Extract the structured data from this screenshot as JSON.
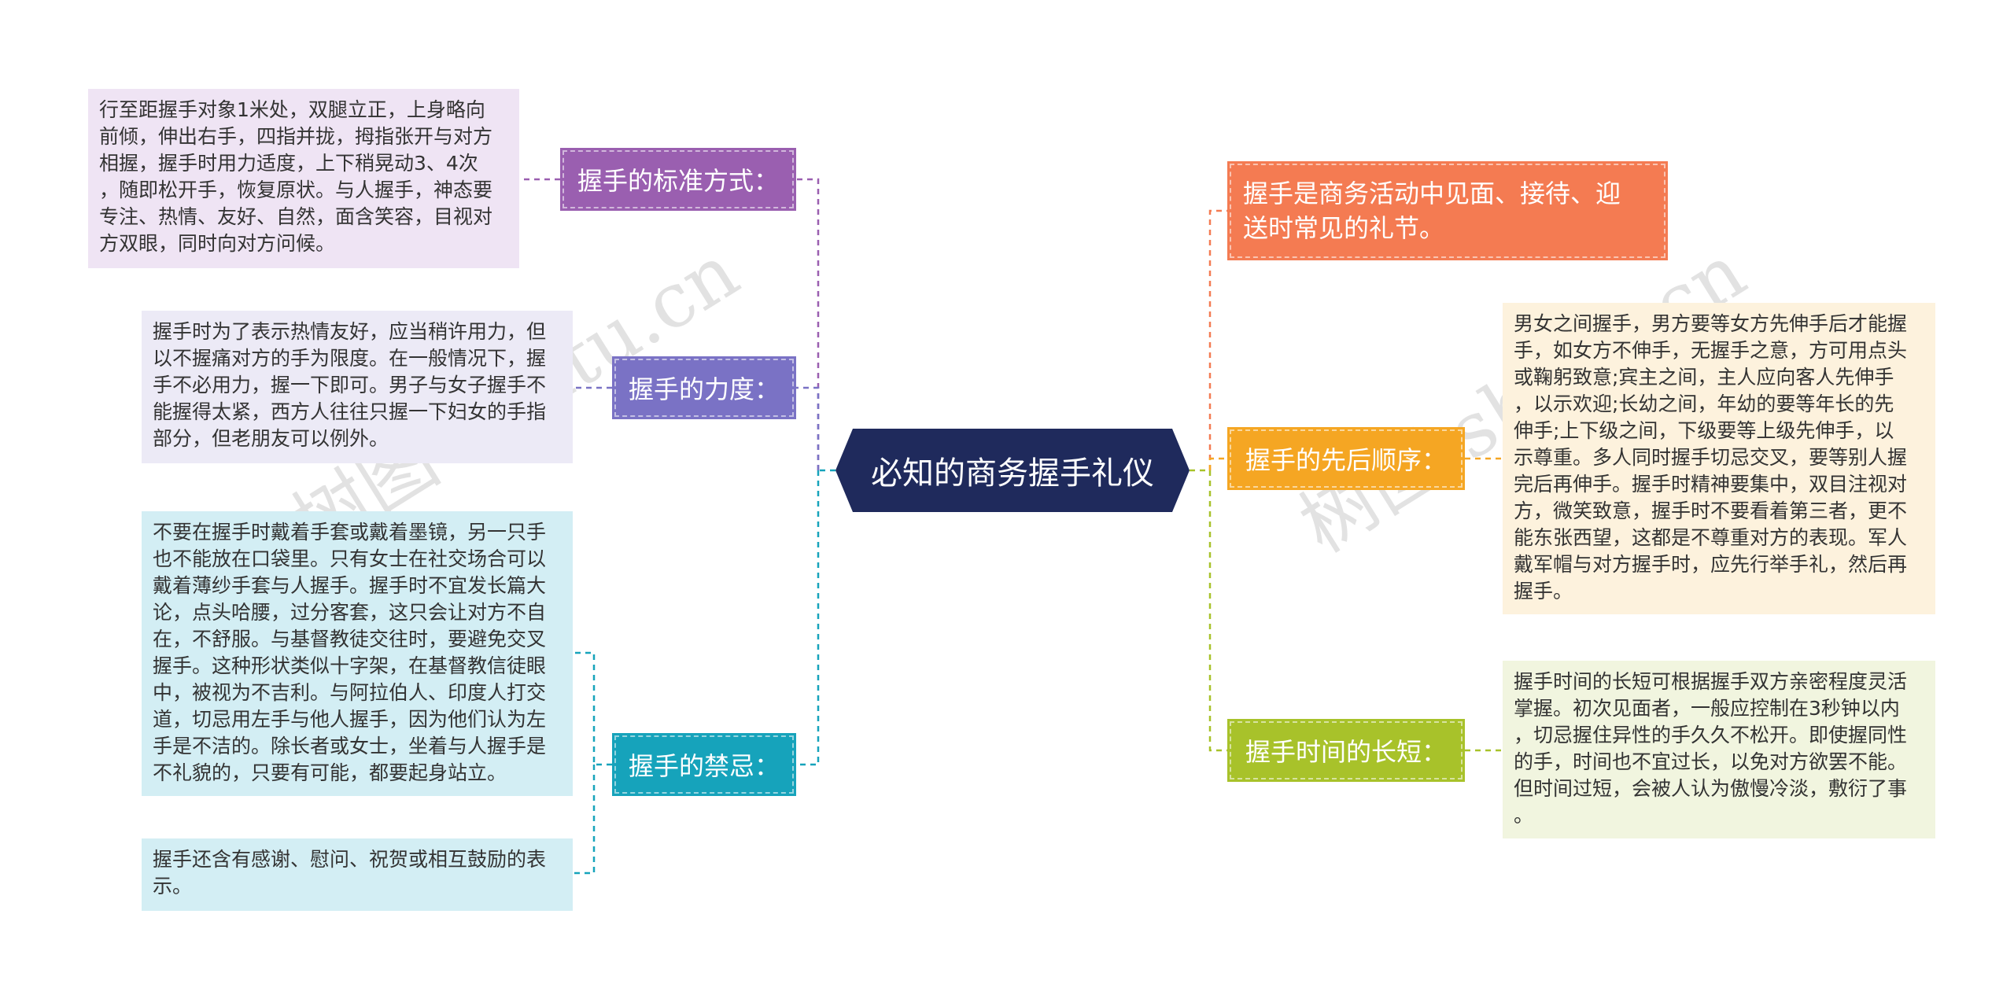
{
  "center": {
    "title": "必知的商务握手礼仪"
  },
  "left": [
    {
      "title": "握手的标准方式：",
      "notes": [
        "行至距握手对象1米处，双腿立正，上身略向\n前倾，伸出右手，四指并拢，拇指张开与对方\n相握，握手时用力适度，上下稍晃动3、4次\n，随即松开手，恢复原状。与人握手，神态要\n专注、热情、友好、自然，面含笑容，目视对\n方双眼，同时向对方问候。"
      ]
    },
    {
      "title": "握手的力度：",
      "notes": [
        "握手时为了表示热情友好，应当稍许用力，但\n以不握痛对方的手为限度。在一般情况下，握\n手不必用力，握一下即可。男子与女子握手不\n能握得太紧，西方人往往只握一下妇女的手指\n部分，但老朋友可以例外。"
      ]
    },
    {
      "title": "握手的禁忌：",
      "notes": [
        "不要在握手时戴着手套或戴着墨镜，另一只手\n也不能放在口袋里。只有女士在社交场合可以\n戴着薄纱手套与人握手。握手时不宜发长篇大\n论，点头哈腰，过分客套，这只会让对方不自\n在，不舒服。与基督教徒交往时，要避免交叉\n握手。这种形状类似十字架，在基督教信徒眼\n中，被视为不吉利。与阿拉伯人、印度人打交\n道，切忌用左手与他人握手，因为他们认为左\n手是不洁的。除长者或女士，坐着与人握手是\n不礼貌的，只要有可能，都要起身站立。",
        "握手还含有感谢、慰问、祝贺或相互鼓励的表\n示。"
      ]
    }
  ],
  "right": [
    {
      "title": "握手是商务活动中见面、接待、迎\n送时常见的礼节。",
      "notes": []
    },
    {
      "title": "握手的先后顺序：",
      "notes": [
        "男女之间握手，男方要等女方先伸手后才能握\n手，如女方不伸手，无握手之意，方可用点头\n或鞠躬致意;宾主之间，主人应向客人先伸手\n，以示欢迎;长幼之间，年幼的要等年长的先\n伸手;上下级之间，下级要等上级先伸手，以\n示尊重。多人同时握手切忌交叉，要等别人握\n完后再伸手。握手时精神要集中，双目注视对\n方，微笑致意，握手时不要看着第三者，更不\n能东张西望，这都是不尊重对方的表现。军人\n戴军帽与对方握手时，应先行举手礼，然后再\n握手。"
      ]
    },
    {
      "title": "握手时间的长短：",
      "notes": [
        "握手时间的长短可根据握手双方亲密程度灵活\n掌握。初次见面者，一般应控制在3秒钟以内\n，切忌握住异性的手久久不松开。即使握同性\n的手，时间也不宜过长，以免对方欲罢不能。\n但时间过短，会被人认为傲慢冷淡，敷衍了事\n。"
      ]
    }
  ],
  "watermarks": [
    "树图 shutu.cn",
    "树图 shutu.cn"
  ],
  "colors": {
    "center": "#1f2a5c",
    "std": "#9a5fb0",
    "std_note": "#efe4f4",
    "force": "#7a72c5",
    "force_note": "#eceaf6",
    "taboo": "#16a3bb",
    "taboo_note": "#d3eef4",
    "intro": "#f47b52",
    "order": "#f5a623",
    "order_note": "#fdf2dd",
    "time": "#a8c22a",
    "time_note": "#f1f5df"
  }
}
